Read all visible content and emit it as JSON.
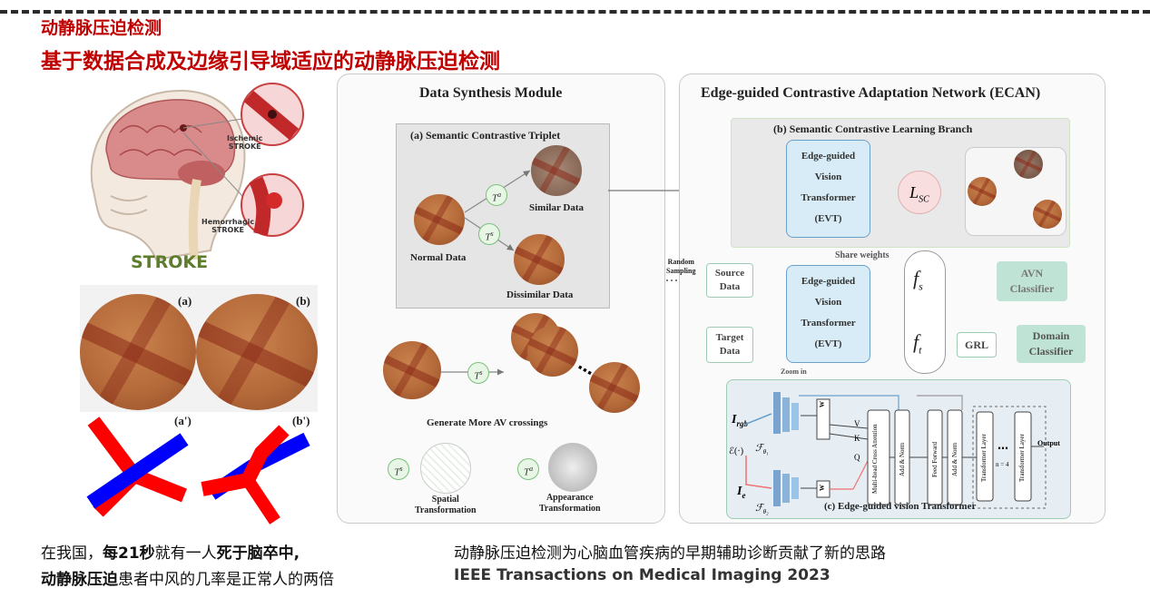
{
  "header": {
    "title_small": "动静脉压迫检测",
    "title_main": "基于数据合成及边缘引导域适应的动静脉压迫检测"
  },
  "stroke_figure": {
    "ischemic_label_1": "Ischemic",
    "ischemic_label_2": "STROKE",
    "hemorrhagic_label_1": "Hemorrhagic",
    "hemorrhagic_label_2": "STROKE",
    "caption": "STROKE"
  },
  "crossing_figure": {
    "label_a": "(a)",
    "label_b": "(b)",
    "label_a_prime": "(a')",
    "label_b_prime": "(b')"
  },
  "synthesis_module": {
    "title": "Data Synthesis Module",
    "triplet_title": "(a) Semantic Contrastive Triplet",
    "normal": "Normal Data",
    "similar": "Similar Data",
    "dissimilar": "Dissimilar Data",
    "t_a": "T",
    "t_a_sup": "a",
    "t_s": "T",
    "t_s_sup": "s",
    "generate": "Generate More AV crossings",
    "spatial_1": "Spatial",
    "spatial_2": "Transformation",
    "appearance_1": "Appearance",
    "appearance_2": "Transformation"
  },
  "ecan": {
    "title": "Edge-guided Contrastive Adaptation Network (ECAN)",
    "branch_title": "(b) Semantic Contrastive Learning Branch",
    "evt_1": "Edge-guided",
    "evt_2": "Vision",
    "evt_3": "Transformer",
    "evt_4": "(EVT)",
    "loss": "L",
    "loss_sub": "SC",
    "share": "Share weights",
    "random_1": "Random",
    "random_2": "Sampling",
    "source_1": "Source",
    "source_2": "Data",
    "target_1": "Target",
    "target_2": "Data",
    "fs": "f",
    "fs_sub": "s",
    "ft": "f",
    "ft_sub": "t",
    "avn_1": "AVN",
    "avn_2": "Classifier",
    "grl": "GRL",
    "domain_1": "Domain",
    "domain_2": "Classifier",
    "zoom": "Zoom in",
    "transformer_title": "(c) Edge-guided vision Transformer",
    "i_rgb": "I",
    "i_rgb_sub": "rgb",
    "i_e": "I",
    "i_e_sub": "e",
    "edge_op": "ℰ(·)",
    "f_theta1": "ℱ",
    "f_theta1_sub": "θ₁",
    "f_theta2": "ℱ",
    "f_theta2_sub": "θ₂",
    "mhca": "Multi-head Cross Attention",
    "addnorm": "Add & Norm",
    "ff": "Feed Forward",
    "tl": "Transformer Layer",
    "n4": "n = 4",
    "output": "Output",
    "v": "V",
    "k": "K",
    "q": "Q"
  },
  "bottom": {
    "line1_a": "在我国，",
    "line1_b": "每21秒",
    "line1_c": "就有一人",
    "line1_d": "死于脑卒中,",
    "line2_a": "动静脉压迫",
    "line2_b": "患者中风的几率是正常人的两倍",
    "right_line1": "动静脉压迫检测为心脑血管疾病的早期辅助诊断贡献了新的思路",
    "right_line2": "IEEE Transactions on Medical Imaging 2023"
  }
}
